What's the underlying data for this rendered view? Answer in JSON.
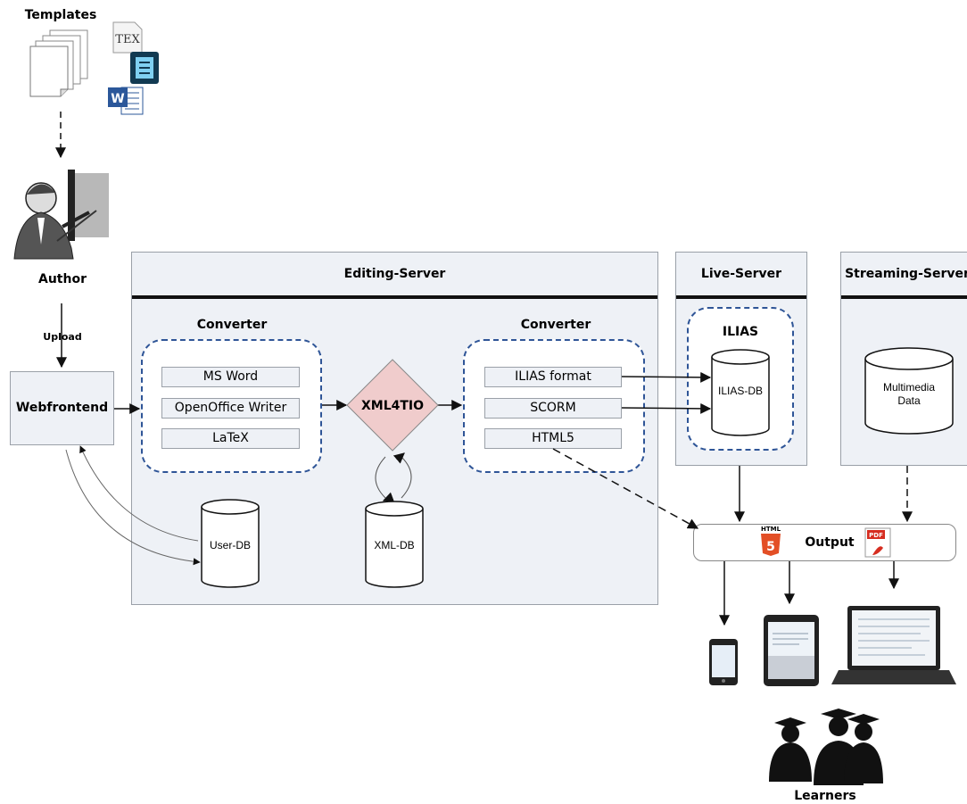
{
  "templates": {
    "title": "Templates",
    "icons": [
      "document-stack-icon",
      "tex-icon",
      "openoffice-icon",
      "word-icon"
    ],
    "tex_glyph": "TEX"
  },
  "author": {
    "label": "Author",
    "icon": "presenter-icon"
  },
  "upload_label": "Upload",
  "webfrontend_label": "Webfrontend",
  "editing_server": {
    "title": "Editing-Server",
    "converter_in": {
      "title": "Converter",
      "formats": [
        "MS Word",
        "OpenOffice Writer",
        "LaTeX"
      ]
    },
    "core": "XML4TIO",
    "converter_out": {
      "title": "Converter",
      "formats": [
        "ILIAS format",
        "SCORM",
        "HTML5"
      ]
    },
    "user_db": "User-DB",
    "xml_db": "XML-DB"
  },
  "live_server": {
    "title": "Live-Server",
    "group": "ILIAS",
    "db": "ILIAS-DB"
  },
  "streaming_server": {
    "title": "Streaming-Server",
    "db_line1": "Multimedia",
    "db_line2": "Data"
  },
  "output": {
    "label": "Output",
    "html5_badge": "HTML",
    "html5_digit": "5",
    "pdf_badge": "PDF"
  },
  "devices": [
    "smartphone-icon",
    "tablet-icon",
    "laptop-icon"
  ],
  "learners_label": "Learners",
  "colors": {
    "panel": "#eef1f6",
    "dash": "#2f5597",
    "core_fill": "#f0cccc",
    "html5": "#e34f26",
    "pdf": "#d62d20"
  }
}
